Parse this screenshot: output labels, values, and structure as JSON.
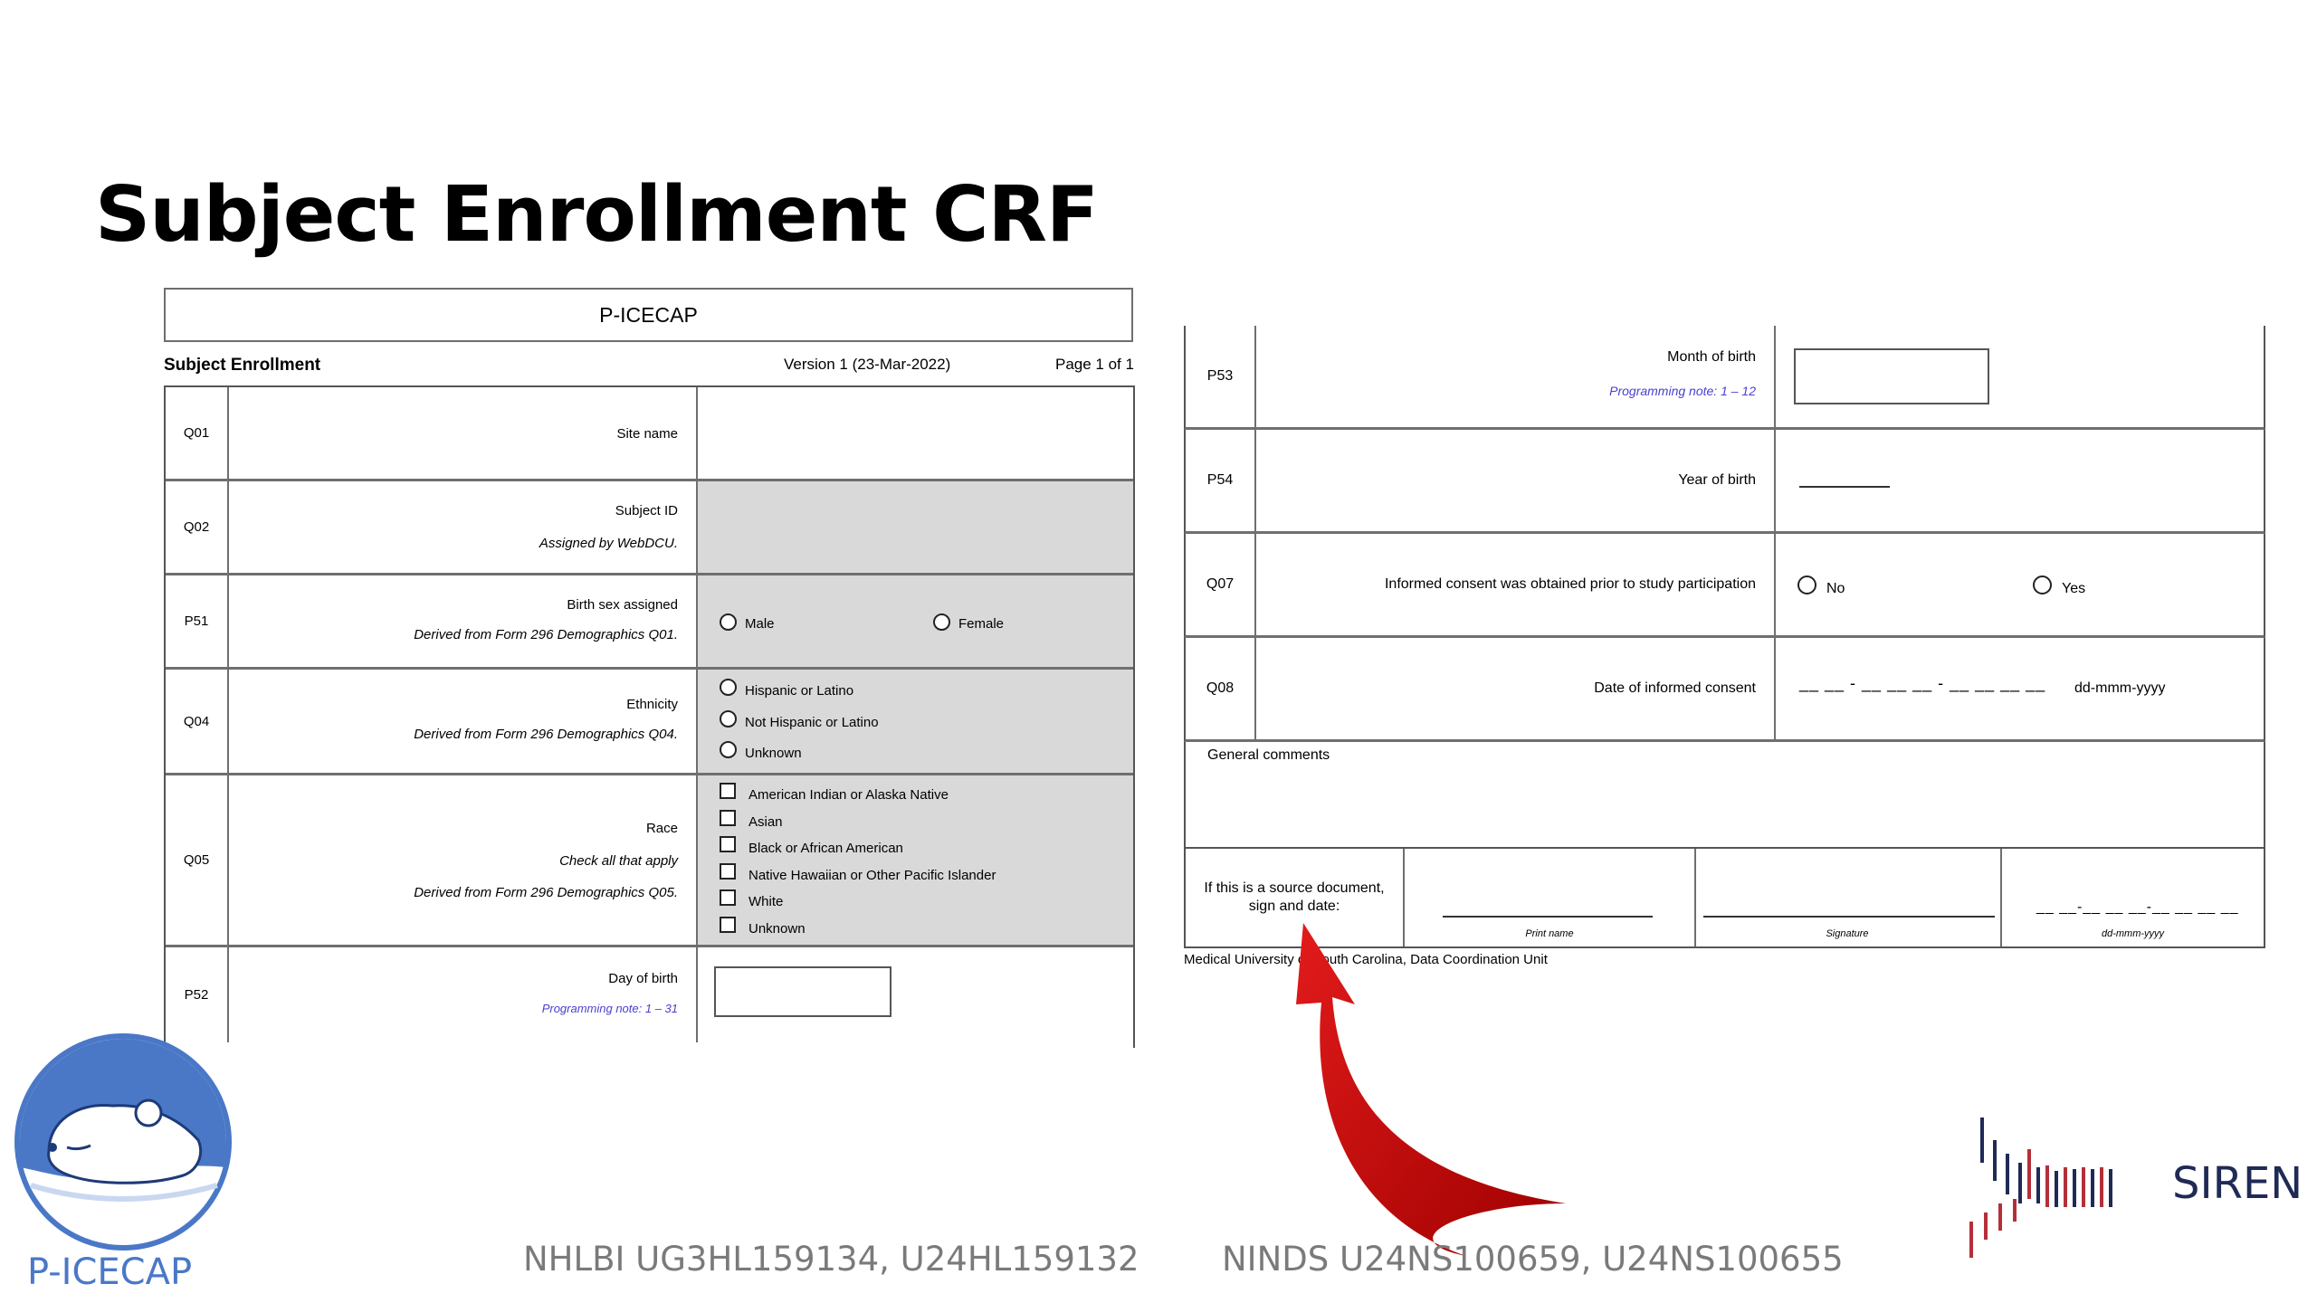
{
  "slide": {
    "title": "Subject Enrollment CRF",
    "grant_left": "NHLBI UG3HL159134, U24HL159132",
    "grant_right": "NINDS U24NS100659, U24NS100655"
  },
  "logos": {
    "picecap_text": "P-ICECAP",
    "siren_text": "SIREN",
    "colors": {
      "picecap_blue": "#4a78c7",
      "siren_red": "#b3303a",
      "siren_navy": "#1f2a55",
      "arrow_red": "#c00000"
    }
  },
  "form_left": {
    "header": "P-ICECAP",
    "form_title": "Subject Enrollment",
    "version": "Version 1 (23-Mar-2022)",
    "page": "Page 1 of 1",
    "rows": [
      {
        "num": "Q01",
        "label": "Site name"
      },
      {
        "num": "Q02",
        "label": "Subject ID",
        "note": "Assigned by WebDCU."
      },
      {
        "num": "P51",
        "label": "Birth sex assigned",
        "note": "Derived from Form 296 Demographics Q01.",
        "options": [
          "Male",
          "Female"
        ]
      },
      {
        "num": "Q04",
        "label": "Ethnicity",
        "note": "Derived from Form 296 Demographics Q04.",
        "options": [
          "Hispanic or Latino",
          "Not Hispanic or Latino",
          "Unknown"
        ]
      },
      {
        "num": "Q05",
        "label": "Race",
        "note": "Check all that apply",
        "note2": "Derived from Form 296 Demographics Q05.",
        "options": [
          "American Indian or Alaska Native",
          "Asian",
          "Black or African American",
          "Native Hawaiian or Other Pacific Islander",
          "White",
          "Unknown"
        ]
      },
      {
        "num": "P52",
        "label": "Day of birth",
        "prog": "Programming note: 1 – 31"
      }
    ]
  },
  "form_right": {
    "rows": [
      {
        "num": "P53",
        "label": "Month of birth",
        "prog": "Programming note: 1 – 12"
      },
      {
        "num": "P54",
        "label": "Year of birth"
      },
      {
        "num": "Q07",
        "label": "Informed consent was obtained prior to study participation",
        "options": [
          "No",
          "Yes"
        ]
      },
      {
        "num": "Q08",
        "label": "Date of informed consent",
        "date_blanks": "__ __ - __ __ __ - __ __ __ __",
        "date_format": "dd-mmm-yyyy"
      }
    ],
    "general_comments": "General comments",
    "source_doc": "If this is a source document, sign and date:",
    "print_name": "Print name",
    "signature": "Signature",
    "date_format_small": "dd-mmm-yyyy",
    "sign_date_blanks": "__ __-__ __ __-__ __ __ __",
    "footer_org": "Medical University of South Carolina, Data Coordination Unit"
  }
}
